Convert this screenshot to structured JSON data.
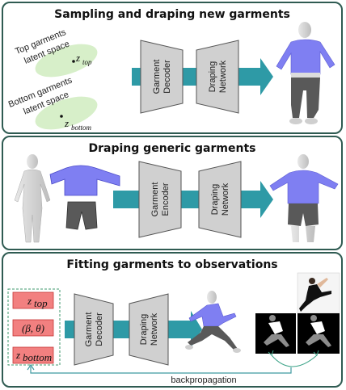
{
  "panels": [
    {
      "title": "Sampling and draping new garments",
      "latent_top": "Top garments latent space",
      "latent_top_l1": "Top garments",
      "latent_top_l2": "latent space",
      "latent_top_var": "z",
      "latent_top_sub": "top",
      "latent_bottom_l1": "Bottom garments",
      "latent_bottom_l2": "latent space",
      "latent_bottom_var": "z",
      "latent_bottom_sub": "bottom",
      "block1_l1": "Garment",
      "block1_l2": "Decoder",
      "block2_l1": "Draping",
      "block2_l2": "Network"
    },
    {
      "title": "Draping generic garments",
      "block1_l1": "Garment",
      "block1_l2": "Encoder",
      "block2_l1": "Draping",
      "block2_l2": "Network"
    },
    {
      "title": "Fitting garments to observations",
      "box_items": [
        {
          "var": "z",
          "sub": "top"
        },
        {
          "var": "(β, θ)",
          "sub": ""
        },
        {
          "var": "z",
          "sub": "bottom"
        }
      ],
      "block1_l1": "Garment",
      "block1_l2": "Decoder",
      "block2_l1": "Draping",
      "block2_l2": "Network",
      "backprop": "backpropagation"
    }
  ],
  "colors": {
    "border": "#2f5b52",
    "arrow": "#2e9aa6",
    "trapezoid": "#d0d0d0",
    "latent_blob": "#d7efc9",
    "shirt": "#7f7ff2",
    "pants": "#595959",
    "red_box": "#f28080"
  }
}
